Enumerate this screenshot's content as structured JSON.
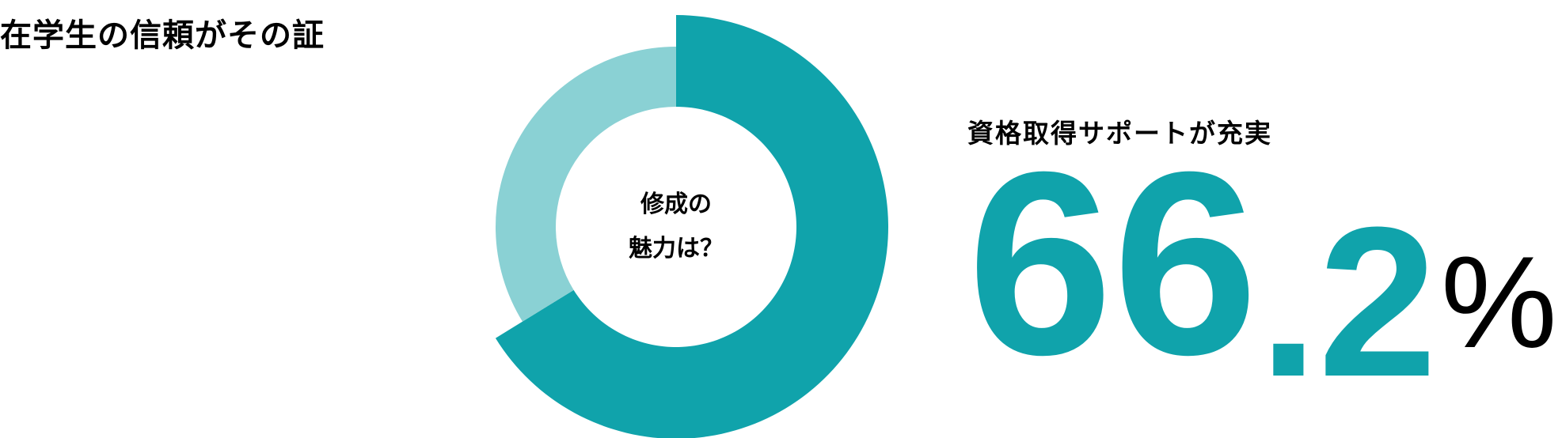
{
  "header": {
    "title": "在学生の信頼がその証"
  },
  "chart_data": {
    "type": "pie",
    "variant": "donut",
    "center_label": [
      "修成の",
      "魅力は？"
    ],
    "slices": [
      {
        "value": 66.2,
        "color": "#10a3ab"
      },
      {
        "value": 33.8,
        "color": "#8ad1d4"
      }
    ],
    "start": "top",
    "direction": "clockwise"
  },
  "stat": {
    "label": "資格取得サポートが充実",
    "integer": "66",
    "decimal": ".2",
    "unit": "%",
    "color": "#10a3ab"
  }
}
